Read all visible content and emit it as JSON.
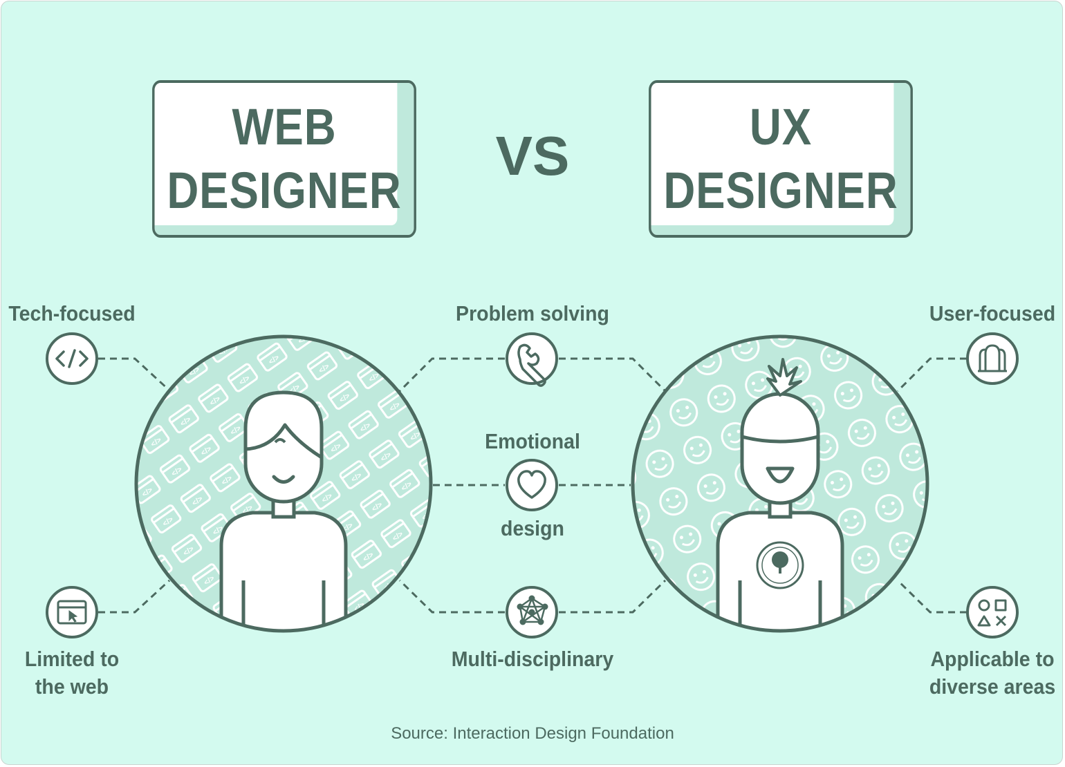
{
  "titles": {
    "left_line1": "WEB",
    "left_line2": "DESIGNER",
    "vs": "VS",
    "right_line1": "UX",
    "right_line2": "DESIGNER"
  },
  "labels": {
    "tech_focused": "Tech-focused",
    "limited_line1": "Limited to",
    "limited_line2": "the web",
    "problem_solving": "Problem solving",
    "emotional_line1": "Emotional",
    "emotional_line2": "design",
    "multi_disciplinary": "Multi-disciplinary",
    "user_focused": "User-focused",
    "applicable_line1": "Applicable to",
    "applicable_line2": "diverse areas"
  },
  "source": "Source: Interaction Design Foundation",
  "colors": {
    "background": "#d3faef",
    "ink": "#4c6a60",
    "accent": "#bfe9dc",
    "white": "#ffffff"
  }
}
